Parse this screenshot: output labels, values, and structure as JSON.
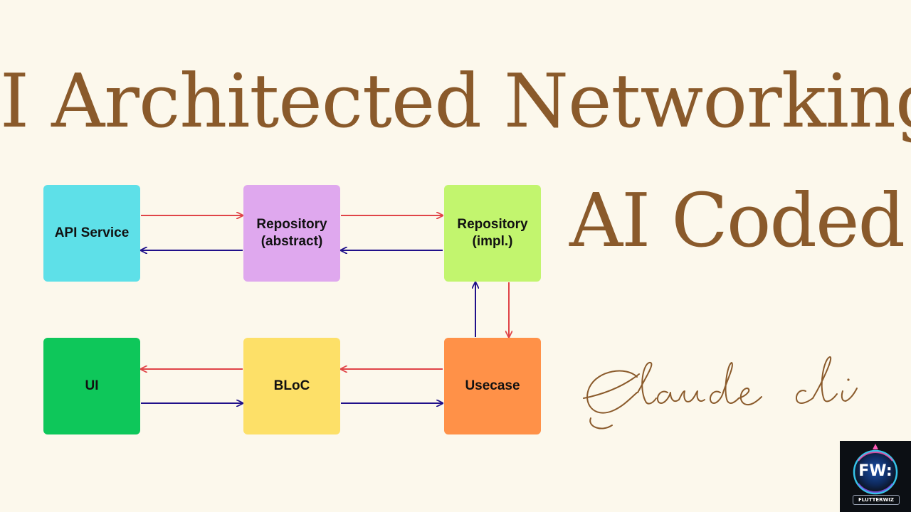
{
  "title": "I Architected Networking",
  "subtitle": "AI Coded",
  "signature": "Claude cli",
  "logo": {
    "text": "FW:",
    "brand": "FLUTTERWIZ",
    "icon": "flutterwiz-logo-icon"
  },
  "boxes": {
    "api": {
      "line1": "API Service",
      "color": "#5ee0e8"
    },
    "repo_abstract": {
      "line1": "Repository",
      "line2": "(abstract)",
      "color": "#dfa8ee"
    },
    "repo_impl": {
      "line1": "Repository",
      "line2": "(impl.)",
      "color": "#c2f56e"
    },
    "ui": {
      "line1": "UI",
      "color": "#0ec75a"
    },
    "bloc": {
      "line1": "BLoC",
      "color": "#fde068"
    },
    "usecase": {
      "line1": "Usecase",
      "color": "#ff9148"
    }
  },
  "colors": {
    "background": "#fcf8ec",
    "title": "#8a5a2b",
    "arrow_red": "#e04448",
    "arrow_blue": "#20108a"
  }
}
